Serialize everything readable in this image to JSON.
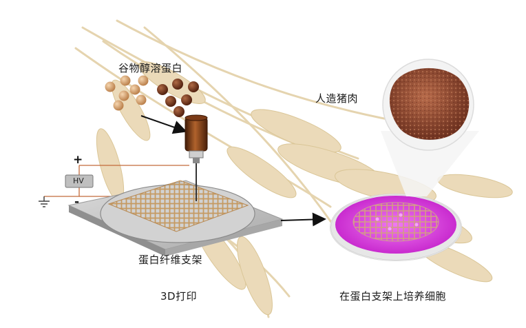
{
  "labels": {
    "protein": "谷物醇溶蛋白",
    "meat": "人造猪肉",
    "scaffold": "蛋白纤维支架",
    "printing": "3D打印",
    "culture": "在蛋白支架上培养细胞",
    "hv": "HV",
    "plus": "+",
    "minus": "-"
  },
  "colors": {
    "wheat": "#e7d4ad",
    "scaffold_fiber": "#c59a62",
    "plate": "#bdbdbd",
    "syringe": "#6b3416",
    "dish_medium": "#d22ad6",
    "meat": "#8b4a30",
    "wire": "#c26a3a"
  }
}
